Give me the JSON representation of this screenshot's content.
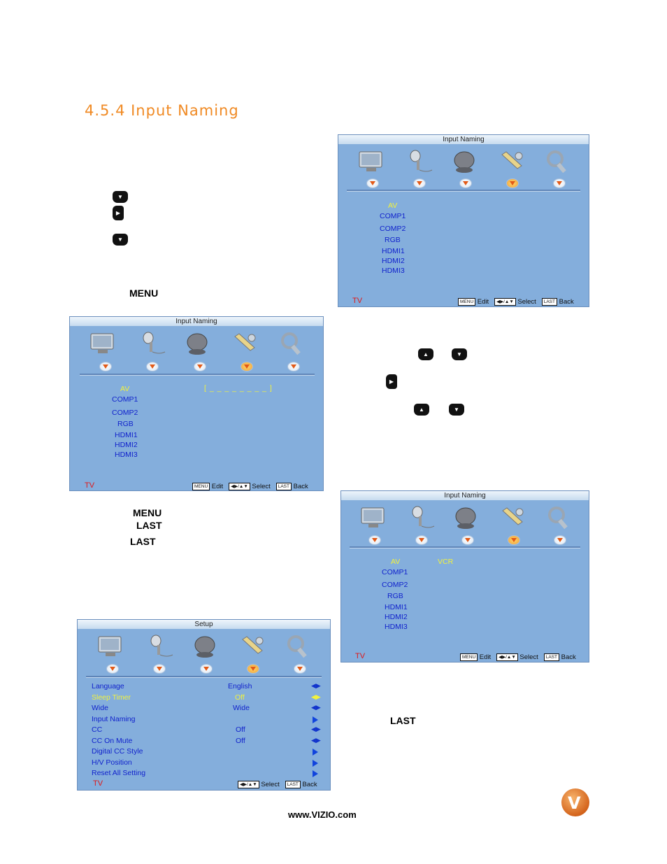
{
  "heading": "4.5.4 Input Naming",
  "left_text": {
    "menu1": "MENU",
    "menu2": "MENU",
    "last1": "LAST",
    "last2": "LAST"
  },
  "right_text": {
    "last": "LAST"
  },
  "footer": {
    "url": "www.VIZIO.com",
    "logo": "V"
  },
  "key_glyphs": {
    "down": "▼",
    "up": "▲",
    "right": "▶"
  },
  "osd_common": {
    "source": "TV",
    "edit": "Edit",
    "select": "Select",
    "back": "Back",
    "menu_key": "MENU",
    "last_key": "LAST",
    "nav_key": "◀▶/▲▼"
  },
  "panel1": {
    "title": "Input Naming",
    "inputs": [
      "AV",
      "COMP1",
      "COMP2",
      "RGB",
      "HDMI1",
      "HDMI2",
      "HDMI3"
    ]
  },
  "panel2": {
    "title": "Input Naming",
    "inputs": [
      "AV",
      "COMP1",
      "COMP2",
      "RGB",
      "HDMI1",
      "HDMI2",
      "HDMI3"
    ],
    "name_field": "[ _ _ _ _ _ _ _ _ ]"
  },
  "panel3": {
    "title": "Input Naming",
    "inputs": [
      "AV",
      "COMP1",
      "COMP2",
      "RGB",
      "HDMI1",
      "HDMI2",
      "HDMI3"
    ],
    "av_name": "VCR"
  },
  "panel4": {
    "title": "Setup",
    "rows": [
      {
        "label": "Language",
        "value": "English"
      },
      {
        "label": "Sleep Timer",
        "value": "Off"
      },
      {
        "label": "Wide",
        "value": "Wide"
      },
      {
        "label": "Input Naming",
        "value": ""
      },
      {
        "label": "CC",
        "value": "Off"
      },
      {
        "label": "CC On Mute",
        "value": "Off"
      },
      {
        "label": "Digital CC Style",
        "value": ""
      },
      {
        "label": "H/V Position",
        "value": ""
      },
      {
        "label": "Reset All Setting",
        "value": ""
      }
    ]
  },
  "colors": {
    "heading": "#f08a24",
    "osd_bg": "#84aedc",
    "item_text": "#1122cc",
    "highlight": "#f2f23c",
    "tv_label": "#e01818"
  },
  "icons": [
    "monitor-icon",
    "microphone-icon",
    "satellite-icon",
    "wrench-icon",
    "magnifier-icon"
  ]
}
